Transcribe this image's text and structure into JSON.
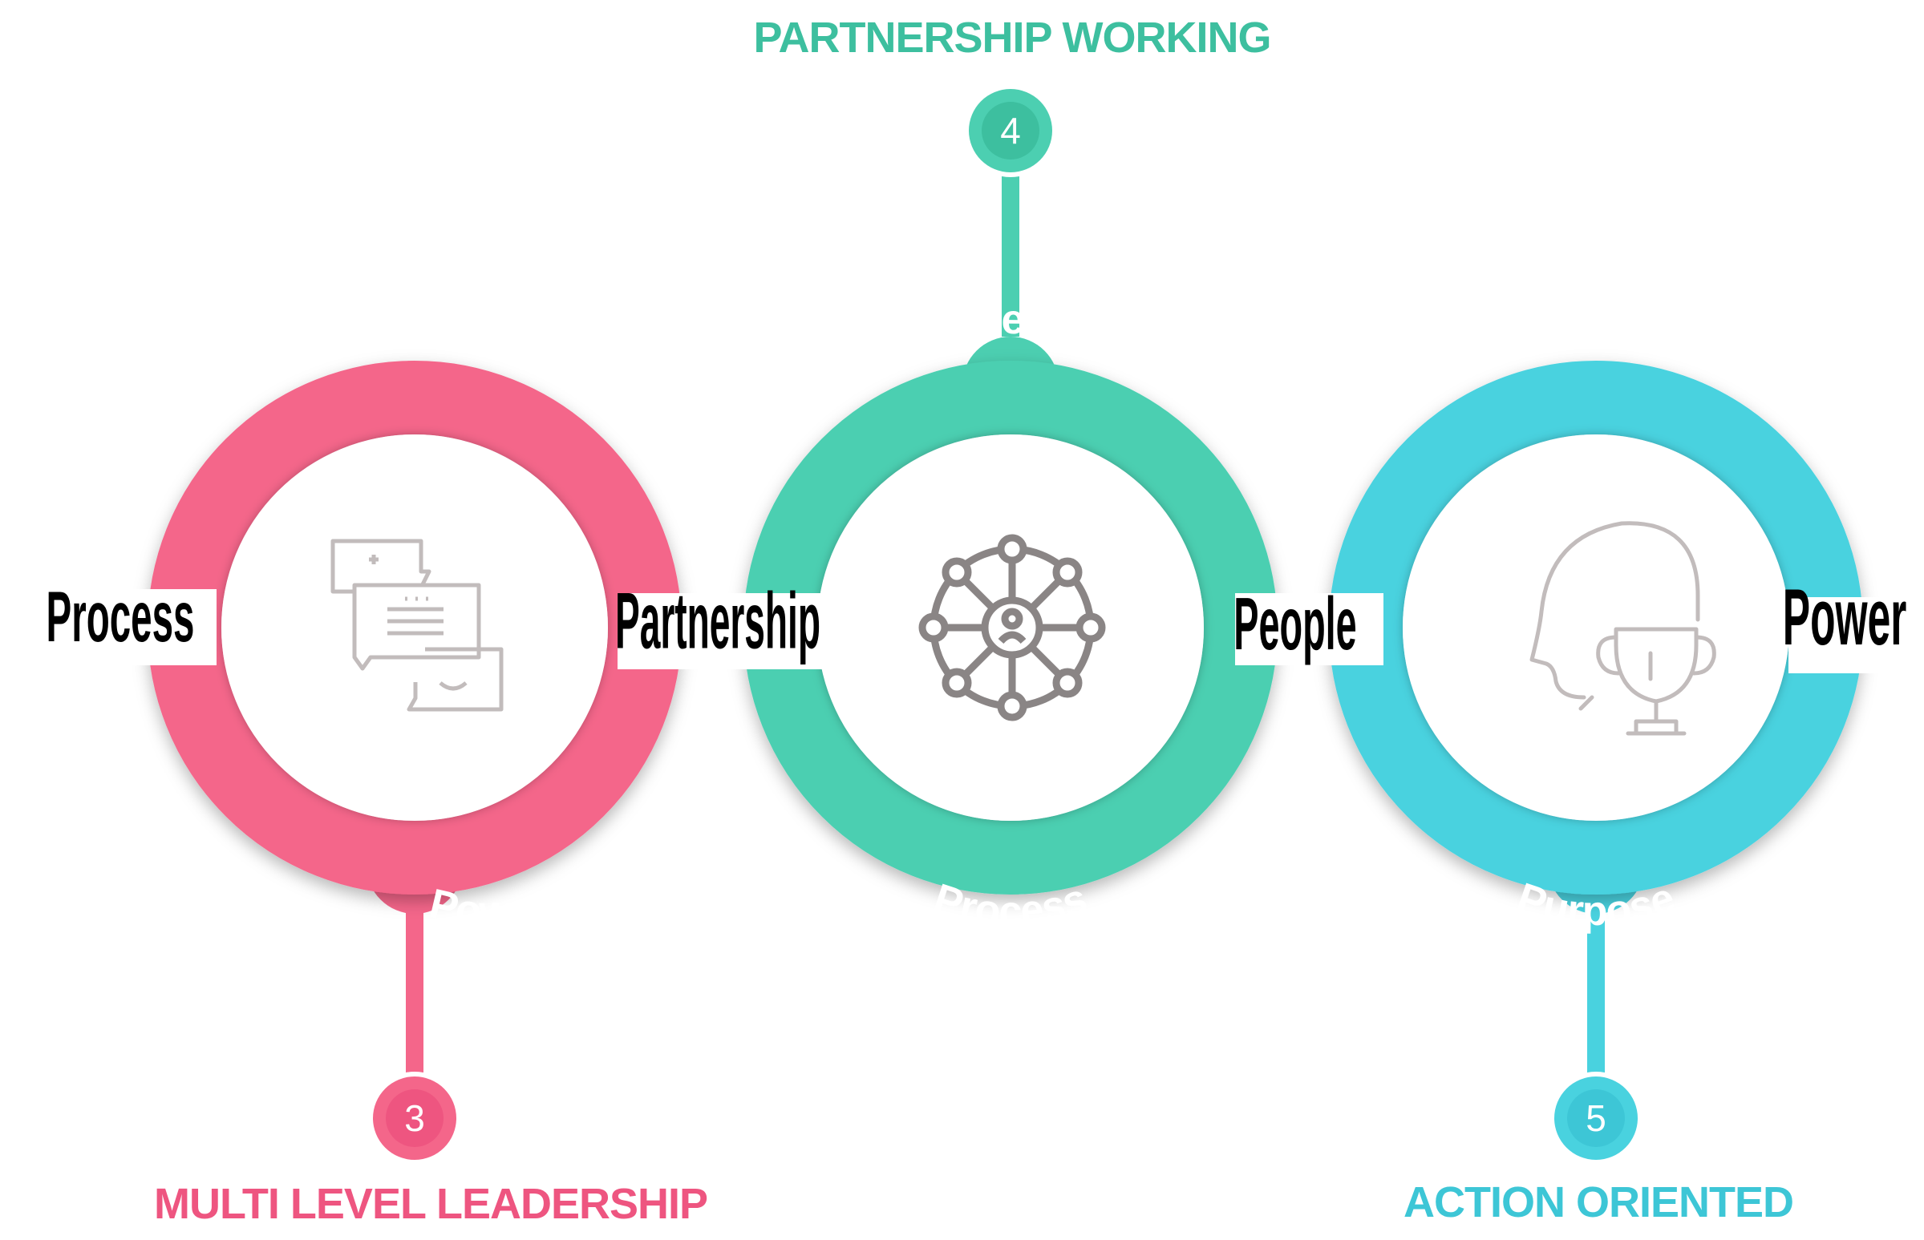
{
  "colors": {
    "pink": "#f4668a",
    "green": "#4ccfb1",
    "blue": "#49d2df",
    "pink_badge": "#ee5580",
    "green_badge": "#3dbf9f",
    "blue_badge": "#3dc6d6",
    "icon_gray": "#c2bcbc",
    "icon_dark": "#8a8585"
  },
  "stages": [
    {
      "number": "3",
      "heading": "MULTI LEVEL LEADERSHIP",
      "ring_top": "Process",
      "ring_bottom": "Power",
      "icon": "chat-bubbles-icon"
    },
    {
      "number": "4",
      "heading": "PARTNERSHIP WORKING",
      "ring_top": "Partnership",
      "ring_bottom": "Process",
      "icon": "network-wheel-icon"
    },
    {
      "number": "5",
      "heading": "ACTION ORIENTED",
      "ring_top": "People",
      "ring_bottom": "Purpose",
      "icon": "head-trophy-icon"
    }
  ],
  "joints": [
    "Process",
    "Partnership",
    "People",
    "Power"
  ]
}
